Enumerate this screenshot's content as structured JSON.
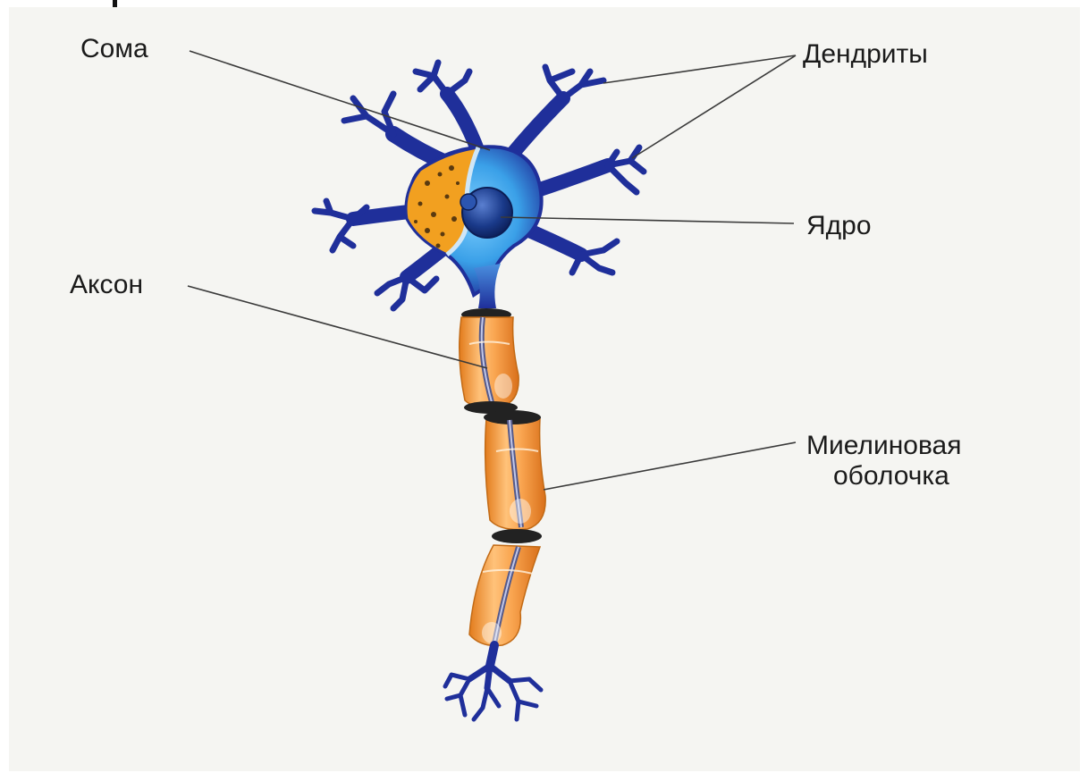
{
  "labels": {
    "soma": "Сома",
    "dendrites": "Дендриты",
    "nucleus": "Ядро",
    "axon": "Аксон",
    "myelin_line1": "Миелиновая",
    "myelin_line2": "оболочка"
  },
  "colors": {
    "background": "#f5f5f2",
    "neuron_dark": "#1f2f9a",
    "neuron_light": "#3aa0e8",
    "cytoplasm": "#f2a020",
    "myelin": "#f4a64a",
    "nucleus": "#1a3a8a",
    "text": "#1a1a1a"
  }
}
